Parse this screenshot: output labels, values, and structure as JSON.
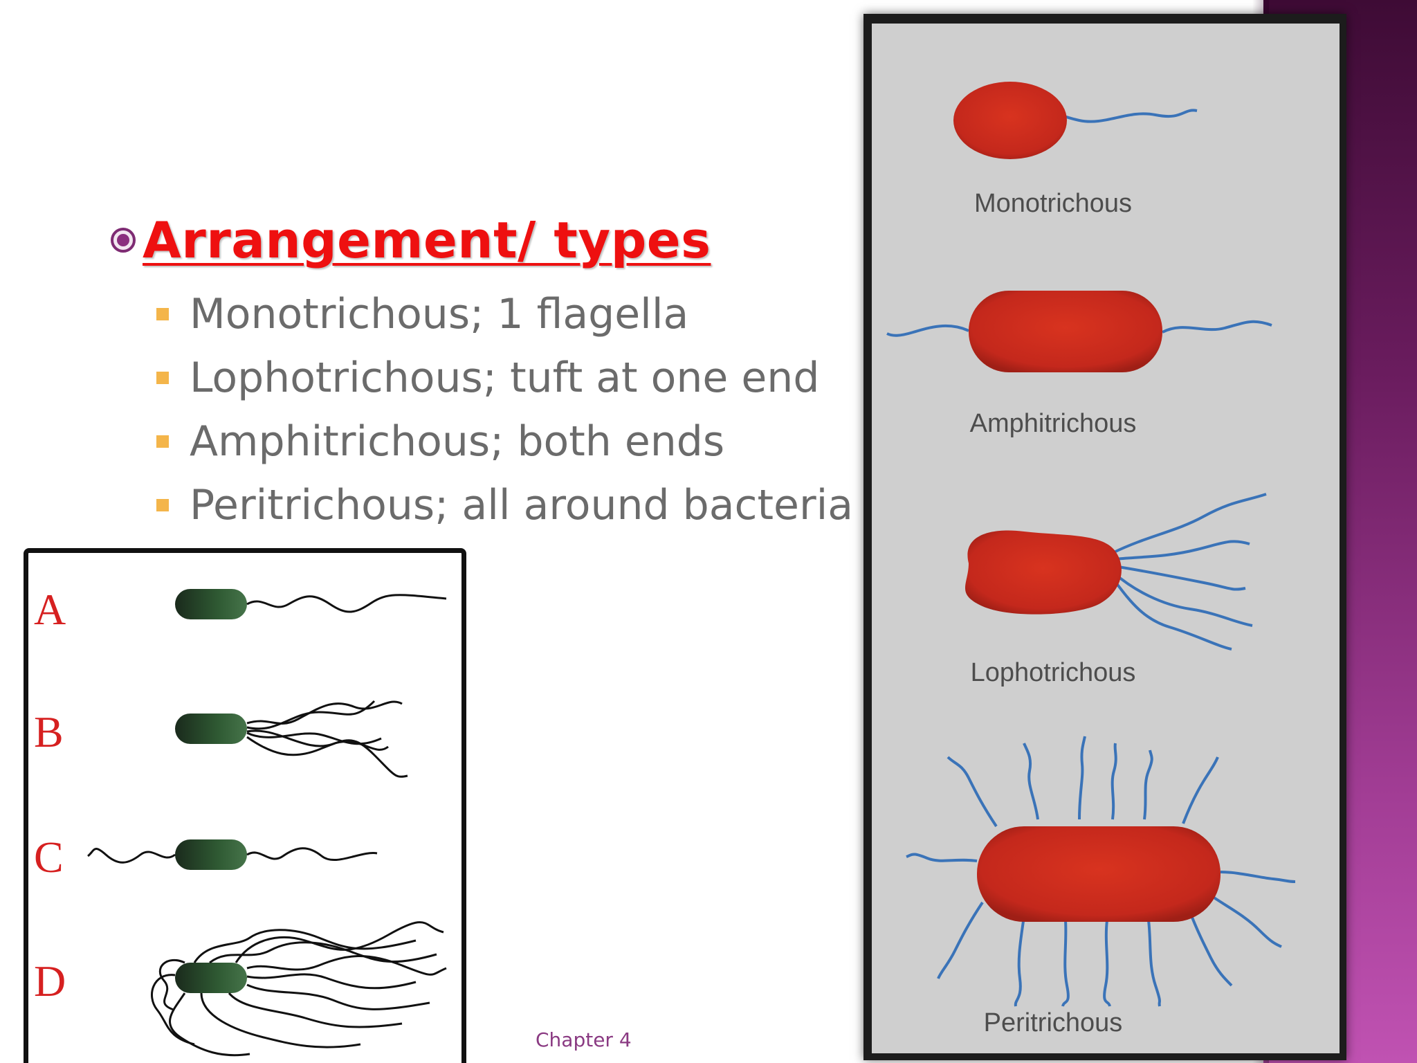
{
  "slide": {
    "heading": "Arrangement/ types",
    "items": [
      "Monotrichous; 1 flagella",
      "Lophotrichous; tuft at one end",
      "Amphitrichous; both ends",
      "Peritrichous; all around bacteria"
    ],
    "footer": "Chapter 4"
  },
  "left_figure": {
    "labels": [
      "A",
      "B",
      "C",
      "D"
    ],
    "label_color": "#d62020",
    "cell_color": "#2f5a33"
  },
  "right_figure": {
    "labels": [
      "Monotrichous",
      "Amphitrichous",
      "Lophotrichous",
      "Peritrichous"
    ],
    "cell_color": "#c4281c",
    "flagella_color": "#3a73b8"
  },
  "colors": {
    "accent_band": "#6a1c5e",
    "heading": "#ee1010",
    "body_text": "#6b6b6b",
    "bullet": "#f4b54a"
  }
}
